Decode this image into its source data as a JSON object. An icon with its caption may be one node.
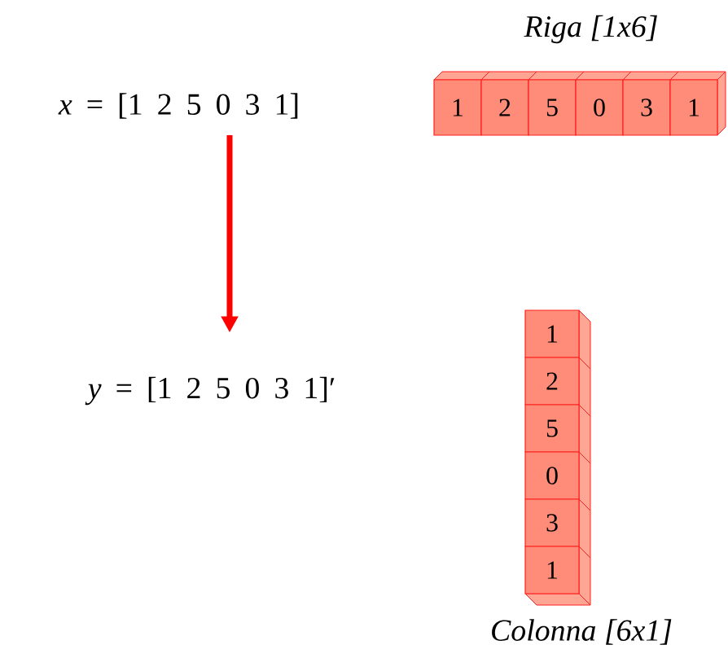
{
  "diagram": {
    "nodes": [
      {
        "text": [
          "*x* = [1  2  5  0  3  1]"
        ]
      },
      {
        "text": [
          "*y* = [1  2  5  0  3  1]′"
        ]
      },
      {
        "text": [
          "1"
        ]
      },
      {
        "text": [
          "2"
        ]
      },
      {
        "text": [
          "5"
        ]
      },
      {
        "text": [
          "0"
        ]
      },
      {
        "text": [
          "3"
        ]
      },
      {
        "text": [
          "1"
        ]
      },
      {
        "text": [
          "1"
        ]
      },
      {
        "text": [
          "2"
        ]
      },
      {
        "text": [
          "5"
        ]
      },
      {
        "text": [
          "0"
        ]
      },
      {
        "text": [
          "3"
        ]
      },
      {
        "text": [
          "1"
        ]
      }
    ],
    "edges": [
      {
        "from": 0,
        "to": 1,
        "arrow": "to",
        "color": "#ff0000"
      }
    ],
    "labels": [
      "Riga [1x6]",
      "Colonna [6x1]"
    ]
  }
}
